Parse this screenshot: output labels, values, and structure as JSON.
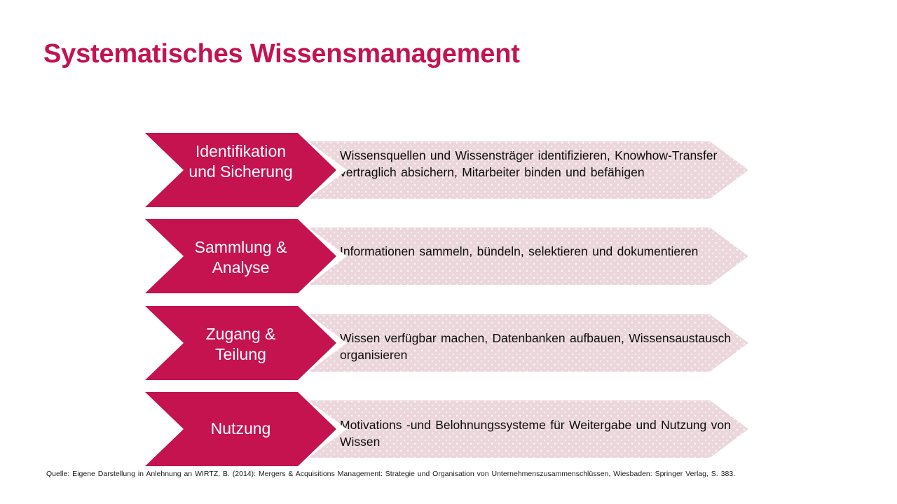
{
  "slide": {
    "title": "Systematisches Wissensmanagement",
    "accent_color": "#C4134F",
    "panel_color": "#EBD6DB",
    "background_color": "#FFFFFF",
    "label_text_color": "#FFFFFF",
    "body_text_color": "#0D0D0D"
  },
  "diagram": {
    "type": "chevron-process",
    "direction": "vertical-stack",
    "steps": [
      {
        "label": "Identifikation und Sicherung",
        "description": "Wissensquellen und Wissensträger identifizieren, Knowhow-Transfer vertraglich absichern, Mitarbeiter binden und befähigen"
      },
      {
        "label": "Sammlung & Analyse",
        "description": "Informationen sammeln, bündeln, selektieren und dokumentieren"
      },
      {
        "label": "Zugang & Teilung",
        "description": "Wissen verfügbar machen, Datenbanken aufbauen, Wissensaustausch organisieren"
      },
      {
        "label": "Nutzung",
        "description": "Motivations -und Belohnungssysteme für Weitergabe und Nutzung von Wissen"
      }
    ]
  },
  "source": {
    "note": "Quelle: Eigene Darstellung in Anlehnung an WIRTZ, B. (2014): Mergers & Acquisitions Management: Strategie und Organisation von Unternehmenszusammenschlüssen, Wiesbaden: Springer Verlag, S. 383."
  }
}
